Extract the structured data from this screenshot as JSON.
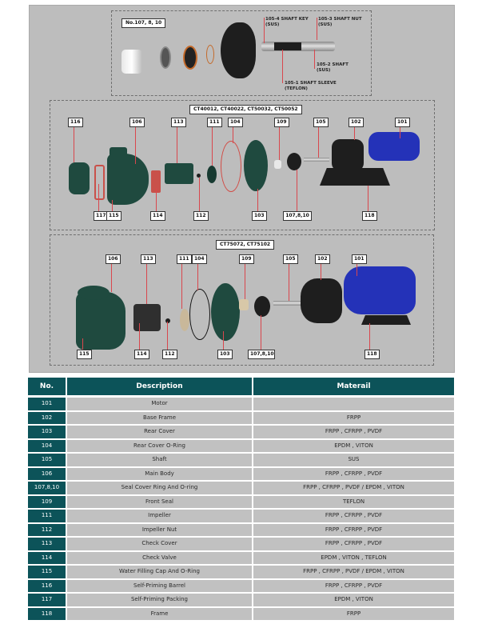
{
  "diagram": {
    "seal_kit": {
      "title": "No.107, 8, 10",
      "notes": [
        {
          "line1": "105-4 SHAFT KEY",
          "line2": "(SUS)"
        },
        {
          "line1": "105-3 SHAFT NUT",
          "line2": "(SUS)"
        },
        {
          "line1": "105-2 SHAFT",
          "line2": "(SUS)"
        },
        {
          "line1": "105-1 SHAFT SLEEVE",
          "line2": "(TEFLON)"
        }
      ]
    },
    "small_models": {
      "title": "CT40012, CT40022, CT50032, CT50052",
      "top_labels": [
        "116",
        "106",
        "113",
        "111",
        "104",
        "109",
        "105",
        "102",
        "101"
      ],
      "bottom_labels": [
        "117",
        "115",
        "114",
        "112",
        "103",
        "107,8,10",
        "118"
      ]
    },
    "large_models": {
      "title": "CT75072, CT75102",
      "top_labels": [
        "106",
        "113",
        "111",
        "104",
        "109",
        "105",
        "102",
        "101"
      ],
      "bottom_labels": [
        "115",
        "114",
        "112",
        "103",
        "107,8,10",
        "118"
      ]
    }
  },
  "table": {
    "headers": [
      "No.",
      "Description",
      "Materail"
    ],
    "rows": [
      {
        "no": "101",
        "description": "Motor",
        "material": ""
      },
      {
        "no": "102",
        "description": "Base Frame",
        "material": "FRPP"
      },
      {
        "no": "103",
        "description": "Rear Cover",
        "material": "FRPP , CFRPP , PVDF"
      },
      {
        "no": "104",
        "description": "Rear Cover O-Ring",
        "material": "EPDM , VITON"
      },
      {
        "no": "105",
        "description": "Shaft",
        "material": "SUS"
      },
      {
        "no": "106",
        "description": "Main Body",
        "material": "FRPP , CFRPP , PVDF"
      },
      {
        "no": "107,8,10",
        "description": "Seal Cover Ring And O-ring",
        "material": "FRPP , CFRPP , PVDF / EPDM , VITON"
      },
      {
        "no": "109",
        "description": "Front Seal",
        "material": "TEFLON"
      },
      {
        "no": "111",
        "description": "Impeller",
        "material": "FRPP , CFRPP , PVDF"
      },
      {
        "no": "112",
        "description": "Impeller Nut",
        "material": "FRPP , CFRPP , PVDF"
      },
      {
        "no": "113",
        "description": "Check Cover",
        "material": "FRPP , CFRPP , PVDF"
      },
      {
        "no": "114",
        "description": "Check Valve",
        "material": "EPDM , VITON , TEFLON"
      },
      {
        "no": "115",
        "description": "Water Filling Cap And O-Ring",
        "material": "FRPP , CFRPP , PVDF / EPDM , VITON"
      },
      {
        "no": "116",
        "description": "Self-Priming Barrel",
        "material": "FRPP , CFRPP , PVDF"
      },
      {
        "no": "117",
        "description": "Self-Priming Packing",
        "material": "EPDM , VITON"
      },
      {
        "no": "118",
        "description": "Frame",
        "material": "FRPP"
      }
    ]
  },
  "colors": {
    "header_teal": "#0c5359",
    "panel_gray": "#bdbdbd",
    "leader_red": "#d9474d",
    "pump_green": "#1f4a3f",
    "motor_blue": "#2432b8"
  }
}
